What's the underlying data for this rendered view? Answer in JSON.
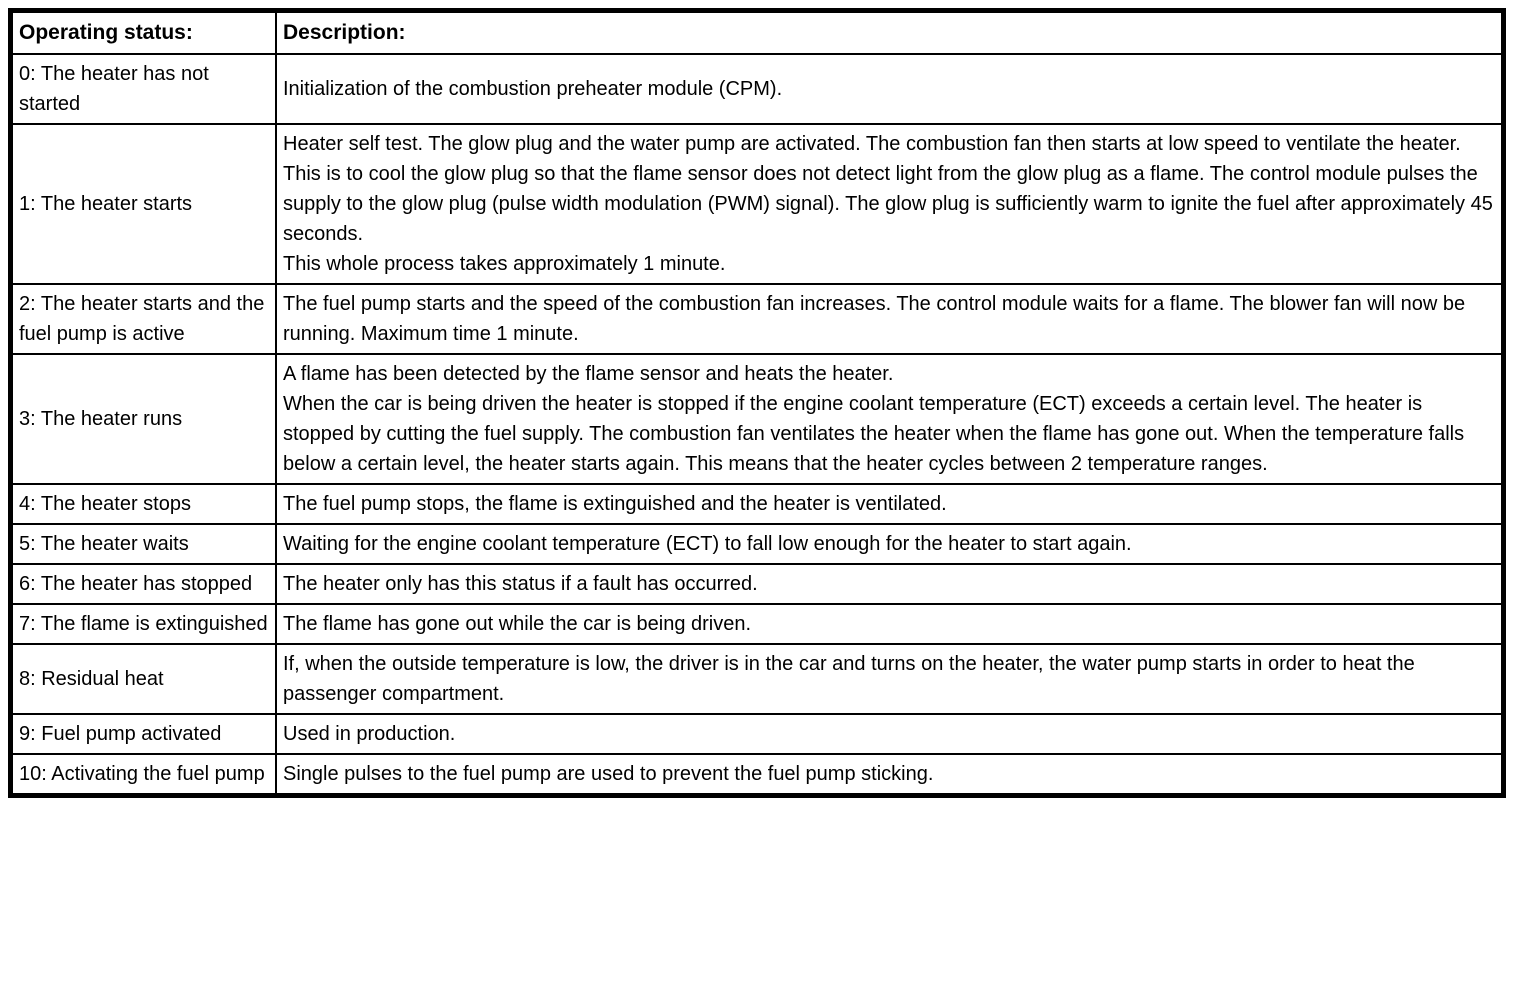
{
  "colors": {
    "border": "#000000",
    "background": "#ffffff",
    "text": "#000000"
  },
  "table": {
    "headers": {
      "status": "Operating status:",
      "description": "Description:"
    },
    "rows": [
      {
        "status": "0: The heater has not started",
        "description": [
          "Initialization of the combustion preheater module (CPM)."
        ]
      },
      {
        "status": "1: The heater starts",
        "description": [
          "Heater self test. The glow plug and the water pump are activated. The combustion fan then starts at low speed to ventilate the heater. This is to cool the glow plug so that the flame sensor does not detect light from the glow plug as a flame. The control module pulses the supply to the glow plug (pulse width modulation (PWM) signal). The glow plug is sufficiently warm to ignite the fuel after approximately 45 seconds.",
          "This whole process takes approximately 1 minute."
        ]
      },
      {
        "status": "2: The heater starts and the fuel pump is active",
        "description": [
          "The fuel pump starts and the speed of the combustion fan increases. The control module waits for a flame. The blower fan will now be running. Maximum time 1 minute."
        ]
      },
      {
        "status": "3: The heater runs",
        "description": [
          "A flame has been detected by the flame sensor and heats the heater.",
          "When the car is being driven the heater is stopped if the engine coolant temperature (ECT) exceeds a certain level. The heater is stopped by cutting the fuel supply. The combustion fan ventilates the heater when the flame has gone out. When the temperature falls below a certain level, the heater starts again. This means that the heater cycles between 2 temperature ranges."
        ]
      },
      {
        "status": "4: The heater stops",
        "description": [
          "The fuel pump stops, the flame is extinguished and the heater is ventilated."
        ]
      },
      {
        "status": "5: The heater waits",
        "description": [
          "Waiting for the engine coolant temperature (ECT) to fall low enough for the heater to start again."
        ]
      },
      {
        "status": "6: The heater has stopped",
        "description": [
          "The heater only has this status if a fault has occurred."
        ]
      },
      {
        "status": "7: The flame is extinguished",
        "description": [
          "The flame has gone out while the car is being driven."
        ]
      },
      {
        "status": "8: Residual heat",
        "description": [
          "If, when the outside temperature is low, the driver is in the car and turns on the heater, the water pump starts in order to heat the passenger compartment."
        ]
      },
      {
        "status": "9: Fuel pump activated",
        "description": [
          "Used in production."
        ]
      },
      {
        "status": "10: Activating the fuel pump",
        "description": [
          "Single pulses to the fuel pump are used to prevent the fuel pump sticking."
        ]
      }
    ]
  }
}
